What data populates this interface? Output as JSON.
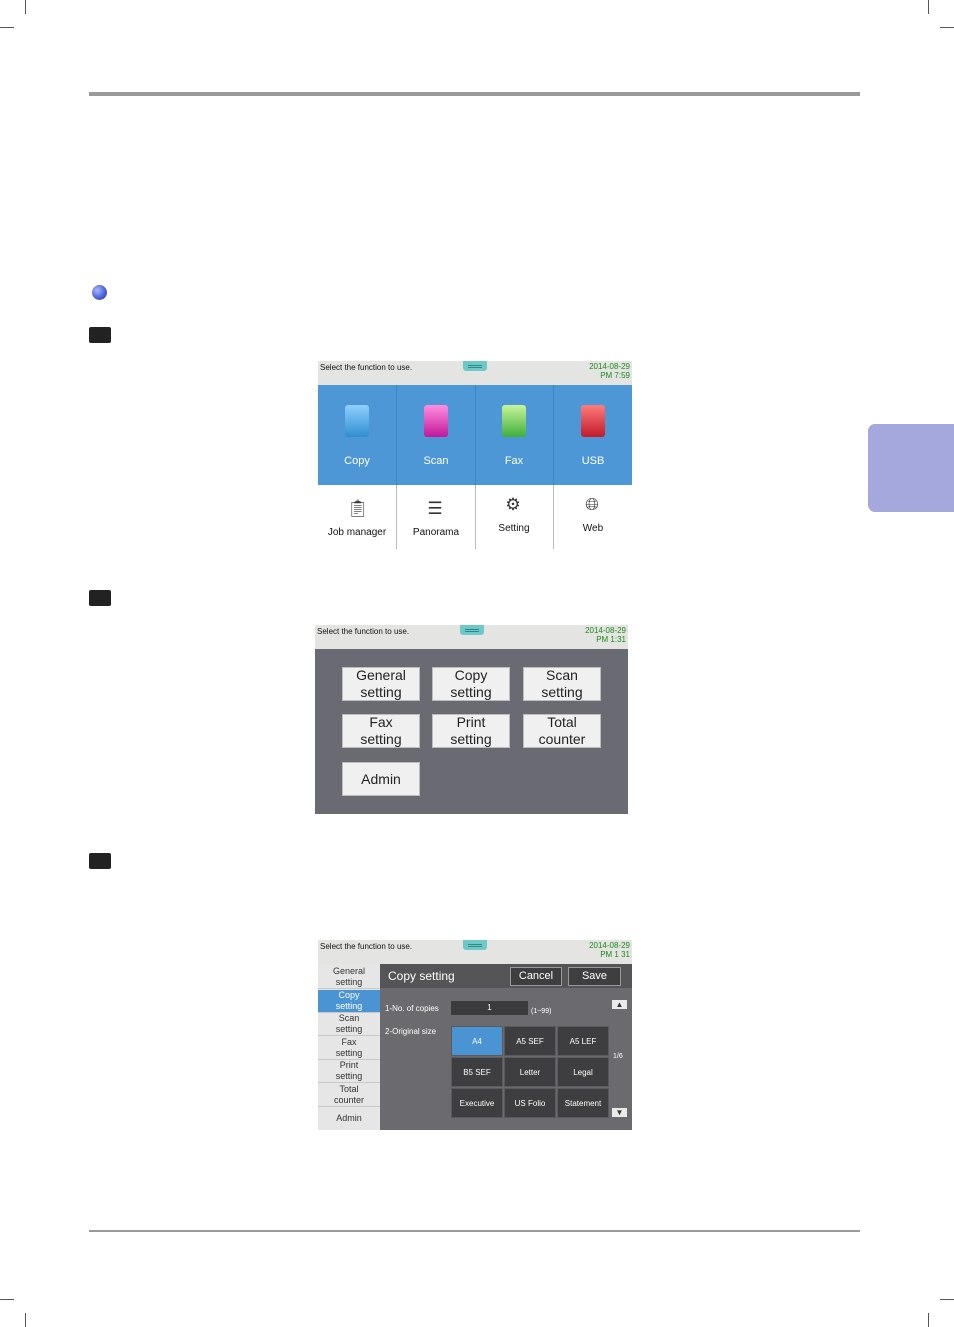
{
  "colors": {
    "accent_blue": "#4e97d6",
    "side_tab": "#a4a8dc",
    "status_date_green": "#1c8a1c",
    "settings_bg": "#6a6a72"
  },
  "screen1": {
    "status_msg": "Select the function to use.",
    "date": "2014-08-29",
    "time": "PM 7:59",
    "tiles": [
      {
        "label": "Copy",
        "icon": "copy-icon"
      },
      {
        "label": "Scan",
        "icon": "scan-icon"
      },
      {
        "label": "Fax",
        "icon": "fax-icon"
      },
      {
        "label": "USB",
        "icon": "usb-icon"
      }
    ],
    "lower": [
      {
        "label": "Job manager",
        "icon": "clipboard-icon"
      },
      {
        "label": "Panorama",
        "icon": "documents-icon"
      },
      {
        "label": "Setting",
        "icon": "gear-icon"
      },
      {
        "label": "Web",
        "icon": "globe-icon"
      }
    ]
  },
  "screen2": {
    "status_msg": "Select the function to use.",
    "date": "2014-08-29",
    "time": "PM 1:31",
    "buttons": [
      {
        "line1": "General",
        "line2": "setting"
      },
      {
        "line1": "Copy",
        "line2": "setting"
      },
      {
        "line1": "Scan",
        "line2": "setting"
      },
      {
        "line1": "Fax",
        "line2": "setting"
      },
      {
        "line1": "Print",
        "line2": "setting"
      },
      {
        "line1": "Total",
        "line2": "counter"
      },
      {
        "line1": "Admin",
        "line2": ""
      }
    ]
  },
  "screen3": {
    "status_msg": "Select the function to use.",
    "date": "2014-08-29",
    "time": "PM 1  31",
    "side": [
      {
        "line1": "General",
        "line2": "setting"
      },
      {
        "line1": "Copy",
        "line2": "setting"
      },
      {
        "line1": "Scan",
        "line2": "setting"
      },
      {
        "line1": "Fax",
        "line2": "setting"
      },
      {
        "line1": "Print",
        "line2": "setting"
      },
      {
        "line1": "Total",
        "line2": "counter"
      },
      {
        "line1": "Admin",
        "line2": ""
      }
    ],
    "title": "Copy setting",
    "cancel": "Cancel",
    "save": "Save",
    "copies_label": "1-No. of copies",
    "copies_value": "1",
    "copies_range": "(1~99)",
    "size_label": "2-Original size",
    "sizes": [
      "A4",
      "A5 SEF",
      "A5 LEF",
      "B5 SEF",
      "Letter",
      "Legal",
      "Executive",
      "US Folio",
      "Statement"
    ],
    "page": "1/6",
    "up_arrow": "▲",
    "down_arrow": "▼"
  }
}
